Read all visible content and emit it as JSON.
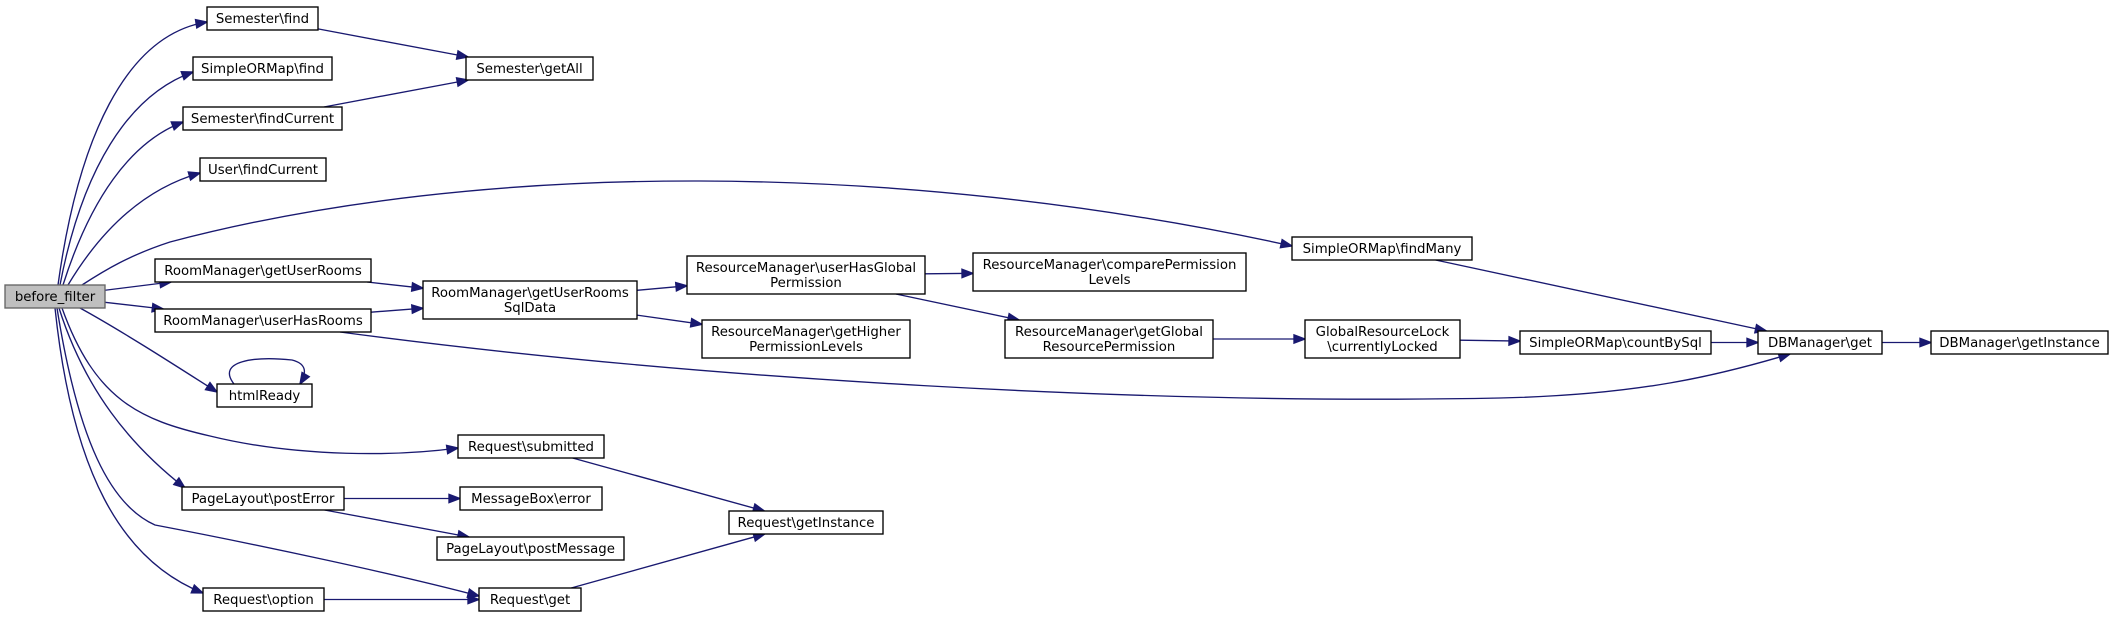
{
  "diagram": {
    "nodes": [
      {
        "id": "before_filter",
        "lines": [
          "before_filter"
        ],
        "root": true
      },
      {
        "id": "sem_find",
        "lines": [
          "Semester\\find"
        ]
      },
      {
        "id": "orm_find",
        "lines": [
          "SimpleORMap\\find"
        ]
      },
      {
        "id": "sem_findCurrent",
        "lines": [
          "Semester\\findCurrent"
        ]
      },
      {
        "id": "user_findCurrent",
        "lines": [
          "User\\findCurrent"
        ]
      },
      {
        "id": "rm_getUserRooms",
        "lines": [
          "RoomManager\\getUserRooms"
        ]
      },
      {
        "id": "rm_userHasRooms",
        "lines": [
          "RoomManager\\userHasRooms"
        ]
      },
      {
        "id": "htmlReady",
        "lines": [
          "htmlReady"
        ]
      },
      {
        "id": "pl_postError",
        "lines": [
          "PageLayout\\postError"
        ]
      },
      {
        "id": "req_option",
        "lines": [
          "Request\\option"
        ]
      },
      {
        "id": "sem_getAll",
        "lines": [
          "Semester\\getAll"
        ]
      },
      {
        "id": "rm_getUserRoomsSqlData",
        "lines": [
          "RoomManager\\getUserRooms",
          "SqlData"
        ]
      },
      {
        "id": "req_submitted",
        "lines": [
          "Request\\submitted"
        ]
      },
      {
        "id": "mb_error",
        "lines": [
          "MessageBox\\error"
        ]
      },
      {
        "id": "pl_postMessage",
        "lines": [
          "PageLayout\\postMessage"
        ]
      },
      {
        "id": "req_get",
        "lines": [
          "Request\\get"
        ]
      },
      {
        "id": "req_getInstance",
        "lines": [
          "Request\\getInstance"
        ]
      },
      {
        "id": "resm_userHasGlobalPermission",
        "lines": [
          "ResourceManager\\userHasGlobal",
          "Permission"
        ]
      },
      {
        "id": "resm_getHigherPermissionLevels",
        "lines": [
          "ResourceManager\\getHigher",
          "PermissionLevels"
        ]
      },
      {
        "id": "resm_comparePermissionLevels",
        "lines": [
          "ResourceManager\\comparePermission",
          "Levels"
        ]
      },
      {
        "id": "resm_getGlobalResourcePermission",
        "lines": [
          "ResourceManager\\getGlobal",
          "ResourcePermission"
        ]
      },
      {
        "id": "orm_findMany",
        "lines": [
          "SimpleORMap\\findMany"
        ]
      },
      {
        "id": "grl_currentlyLocked",
        "lines": [
          "GlobalResourceLock",
          "\\currentlyLocked"
        ]
      },
      {
        "id": "orm_countBySql",
        "lines": [
          "SimpleORMap\\countBySql"
        ]
      },
      {
        "id": "db_get",
        "lines": [
          "DBManager\\get"
        ]
      },
      {
        "id": "db_getInstance",
        "lines": [
          "DBManager\\getInstance"
        ]
      }
    ],
    "edges": [
      {
        "from": "before_filter",
        "to": "sem_find"
      },
      {
        "from": "before_filter",
        "to": "orm_find"
      },
      {
        "from": "before_filter",
        "to": "sem_findCurrent"
      },
      {
        "from": "before_filter",
        "to": "user_findCurrent"
      },
      {
        "from": "before_filter",
        "to": "orm_findMany"
      },
      {
        "from": "before_filter",
        "to": "rm_getUserRooms"
      },
      {
        "from": "before_filter",
        "to": "rm_userHasRooms"
      },
      {
        "from": "before_filter",
        "to": "htmlReady"
      },
      {
        "from": "before_filter",
        "to": "req_submitted"
      },
      {
        "from": "before_filter",
        "to": "pl_postError"
      },
      {
        "from": "before_filter",
        "to": "req_get"
      },
      {
        "from": "before_filter",
        "to": "req_option"
      },
      {
        "from": "sem_find",
        "to": "sem_getAll"
      },
      {
        "from": "sem_findCurrent",
        "to": "sem_getAll"
      },
      {
        "from": "rm_getUserRooms",
        "to": "rm_getUserRoomsSqlData"
      },
      {
        "from": "rm_userHasRooms",
        "to": "rm_getUserRoomsSqlData"
      },
      {
        "from": "rm_userHasRooms",
        "to": "db_get"
      },
      {
        "from": "htmlReady",
        "to": "htmlReady"
      },
      {
        "from": "pl_postError",
        "to": "mb_error"
      },
      {
        "from": "pl_postError",
        "to": "pl_postMessage"
      },
      {
        "from": "req_option",
        "to": "req_get"
      },
      {
        "from": "req_submitted",
        "to": "req_getInstance"
      },
      {
        "from": "req_get",
        "to": "req_getInstance"
      },
      {
        "from": "rm_getUserRoomsSqlData",
        "to": "resm_userHasGlobalPermission"
      },
      {
        "from": "rm_getUserRoomsSqlData",
        "to": "resm_getHigherPermissionLevels"
      },
      {
        "from": "resm_userHasGlobalPermission",
        "to": "resm_comparePermissionLevels"
      },
      {
        "from": "resm_userHasGlobalPermission",
        "to": "resm_getGlobalResourcePermission"
      },
      {
        "from": "resm_getGlobalResourcePermission",
        "to": "grl_currentlyLocked"
      },
      {
        "from": "grl_currentlyLocked",
        "to": "orm_countBySql"
      },
      {
        "from": "orm_countBySql",
        "to": "db_get"
      },
      {
        "from": "orm_findMany",
        "to": "db_get"
      },
      {
        "from": "db_get",
        "to": "db_getInstance"
      }
    ]
  }
}
